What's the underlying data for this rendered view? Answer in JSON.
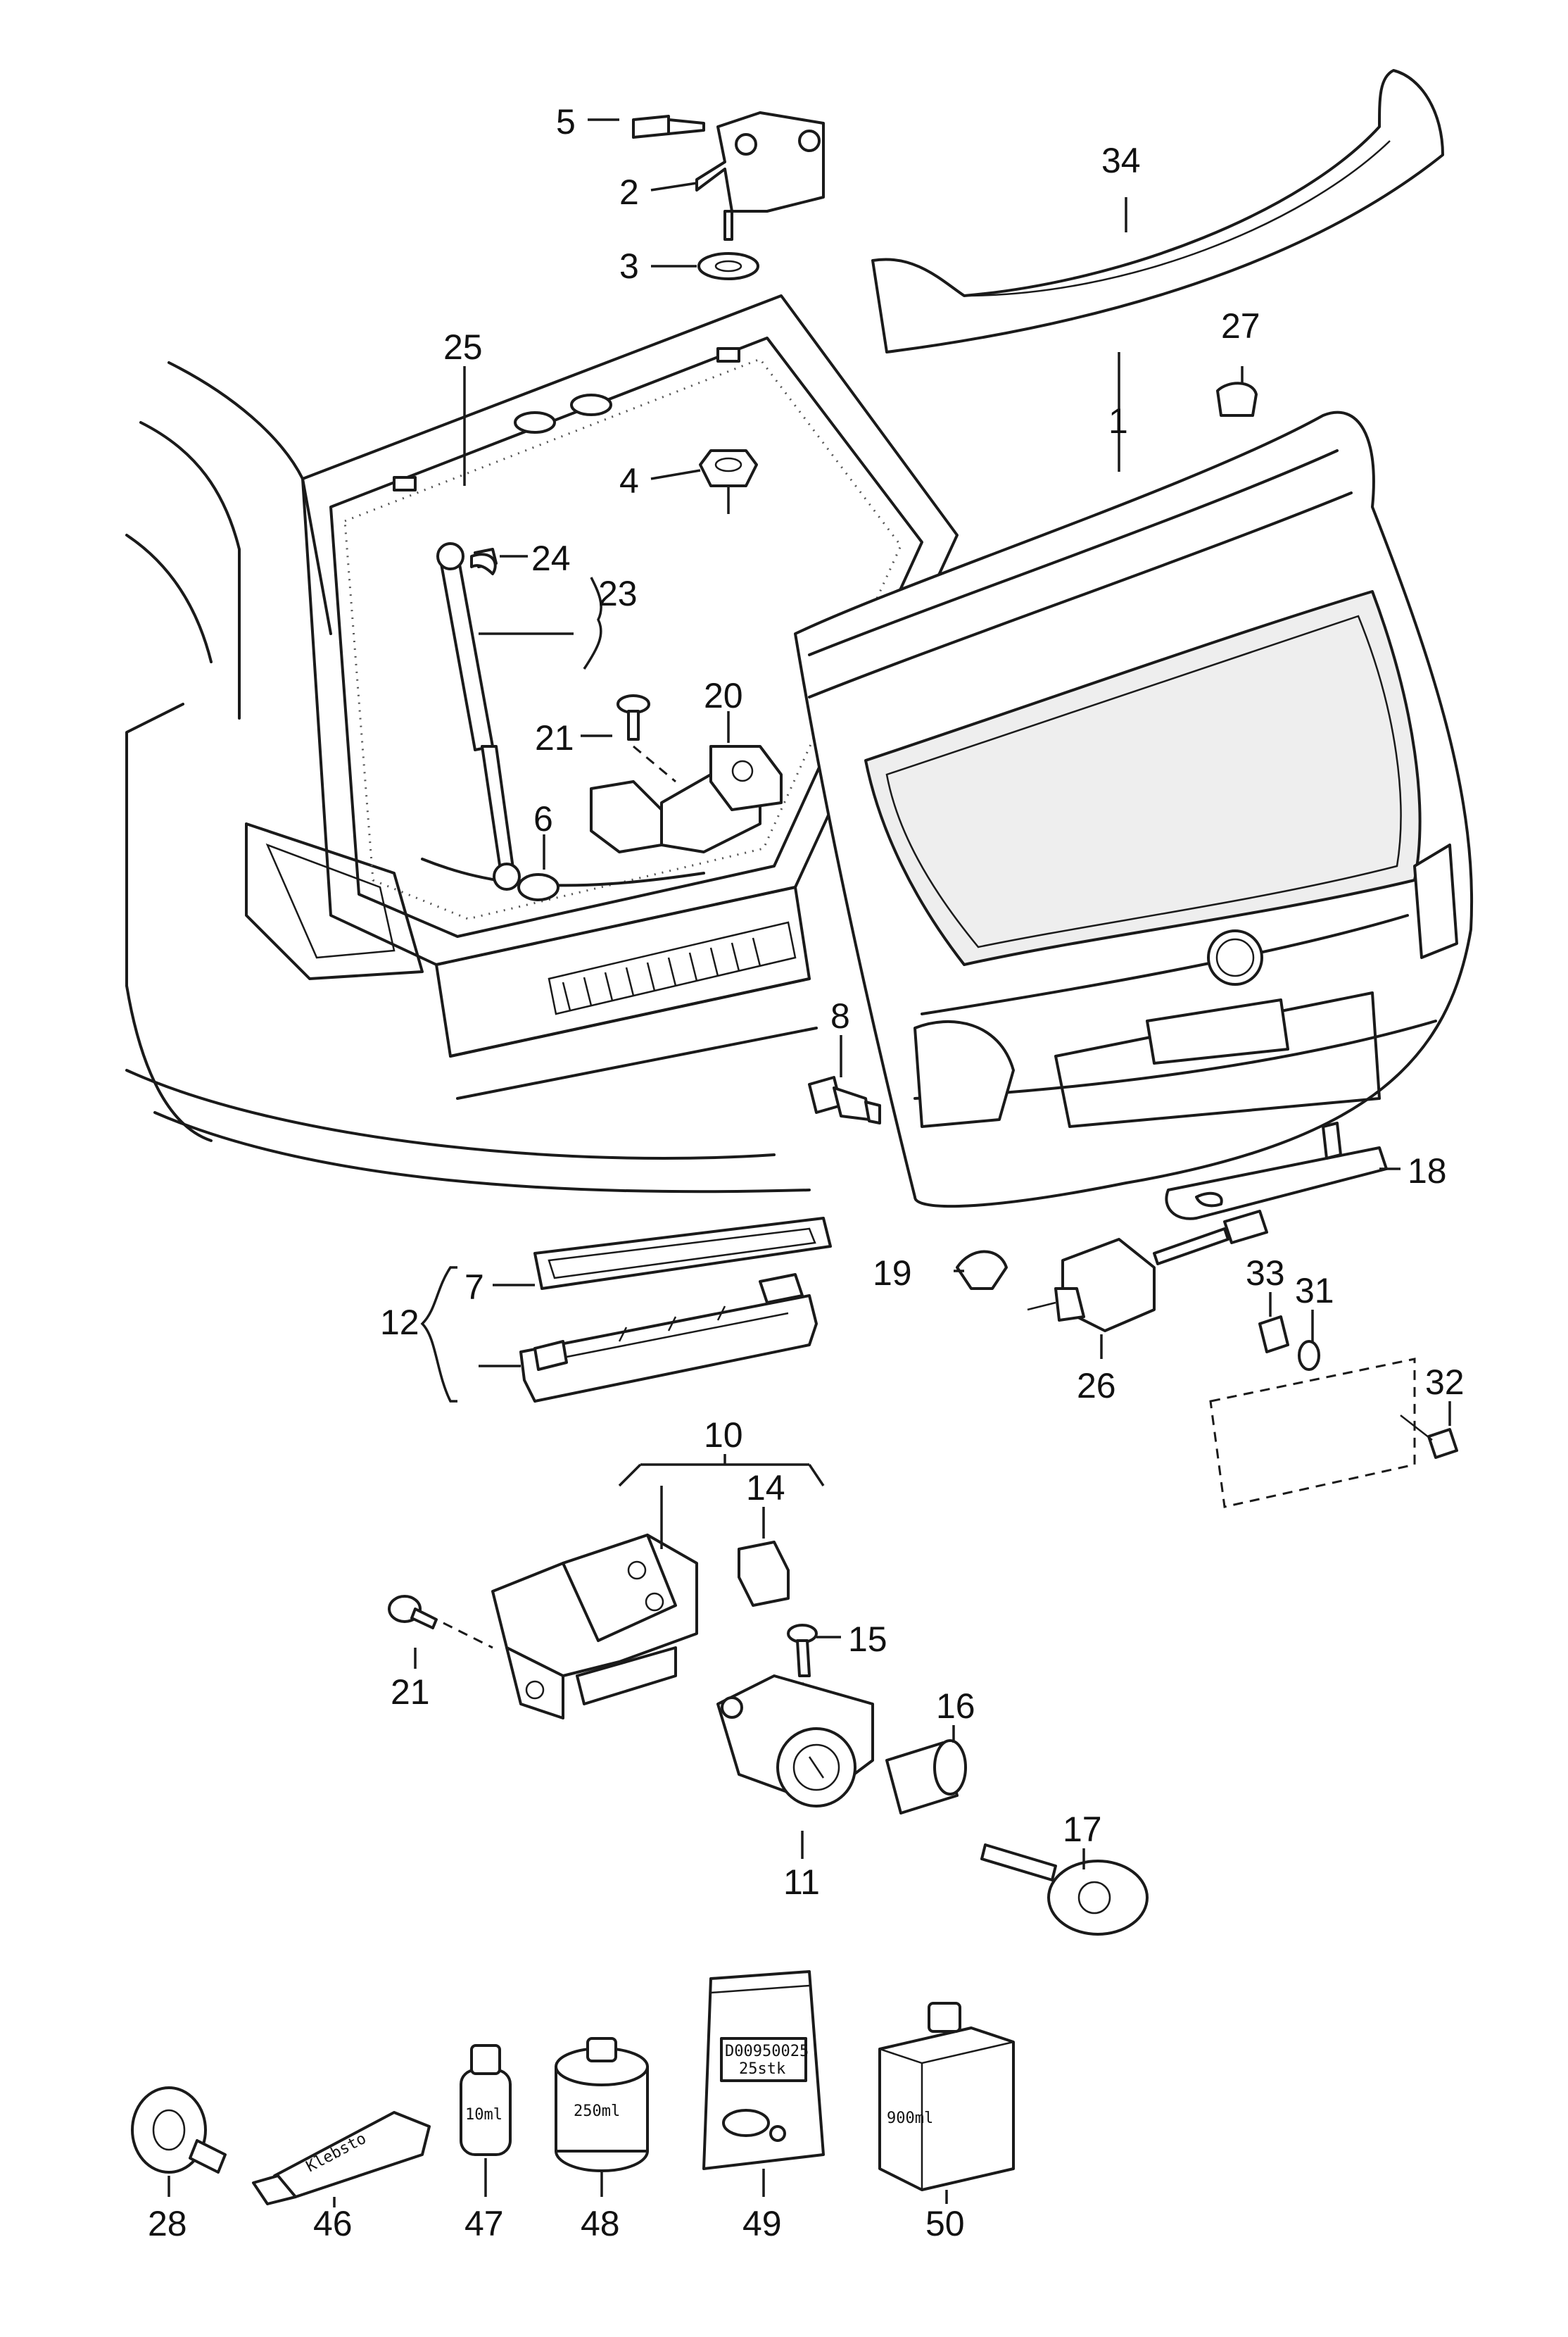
{
  "callouts": {
    "c1": "1",
    "c2": "2",
    "c3": "3",
    "c4": "4",
    "c5": "5",
    "c6": "6",
    "c7": "7",
    "c8": "8",
    "c10": "10",
    "c11": "11",
    "c12": "12",
    "c14": "14",
    "c15": "15",
    "c16": "16",
    "c17": "17",
    "c18": "18",
    "c19": "19",
    "c20": "20",
    "c21a": "21",
    "c21b": "21",
    "c23": "23",
    "c24": "24",
    "c25": "25",
    "c26": "26",
    "c27": "27",
    "c28": "28",
    "c31": "31",
    "c32": "32",
    "c33": "33",
    "c34": "34",
    "c46": "46",
    "c47": "47",
    "c48": "48",
    "c49": "49",
    "c50": "50"
  },
  "package_labels": {
    "tube": "Klebsto",
    "bottle_small": "10ml",
    "can": "250ml",
    "bag_line1": "D00950025",
    "bag_line2": "25stk",
    "canister": "900ml"
  }
}
